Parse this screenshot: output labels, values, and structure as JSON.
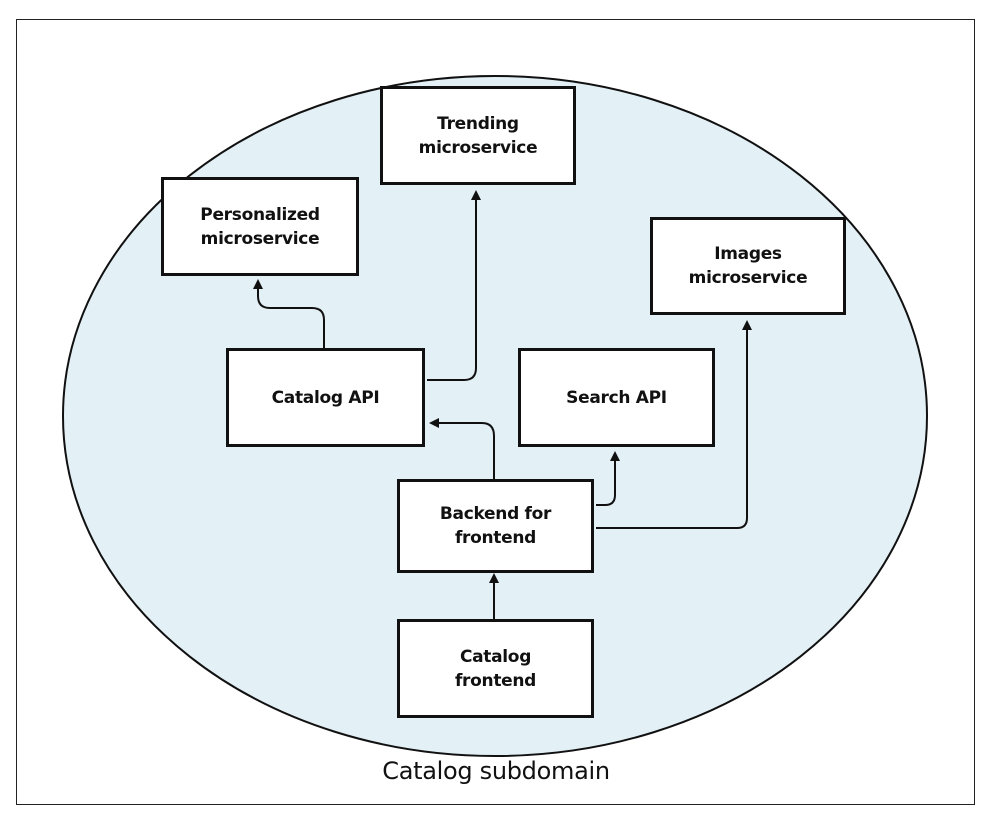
{
  "diagram": {
    "region_label": "Catalog subdomain",
    "region_fill": "#e3f0f6",
    "stroke_color": "#111111",
    "nodes": {
      "trending": "Trending\nmicroservice",
      "personalized": "Personalized\nmicroservice",
      "images": "Images\nmicroservice",
      "catalog_api": "Catalog API",
      "search_api": "Search API",
      "bff": "Backend for\nfrontend",
      "catalog_frontend": "Catalog\nfrontend"
    }
  }
}
